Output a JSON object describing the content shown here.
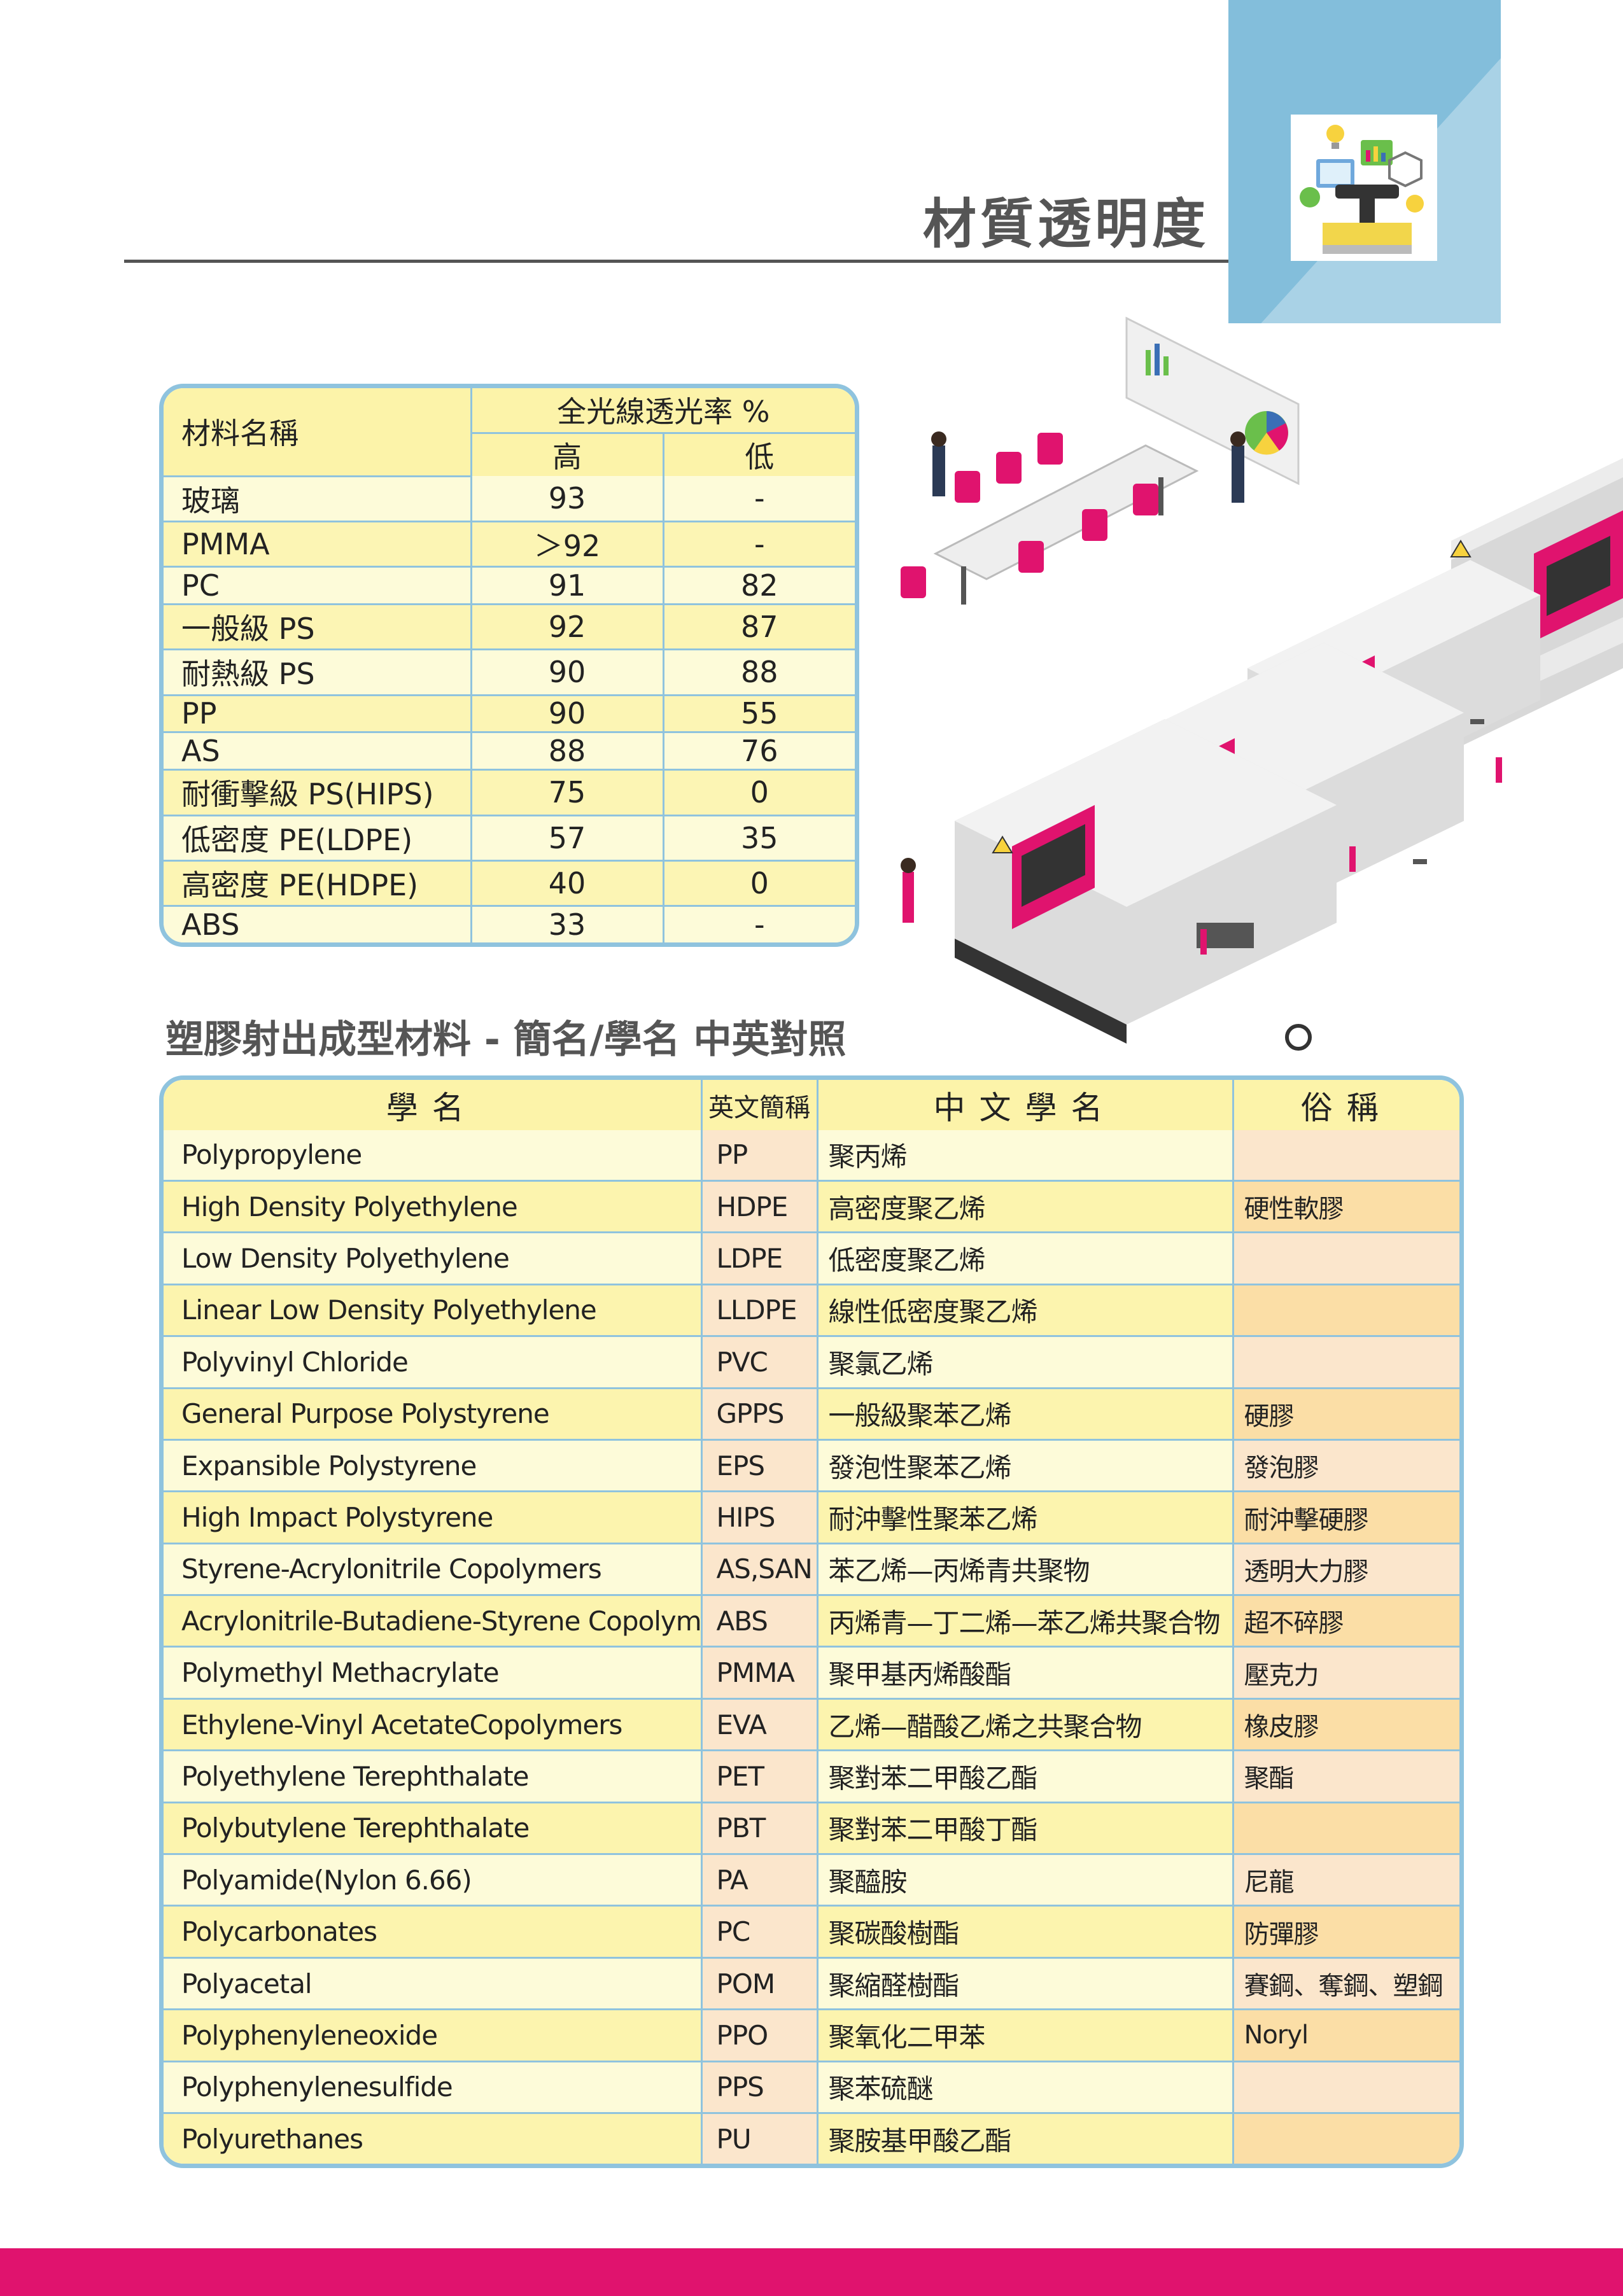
{
  "header": {
    "title": "材質透明度"
  },
  "transparency_table": {
    "col_name": "材料名稱",
    "col_group": "全光線透光率 %",
    "col_high": "高",
    "col_low": "低",
    "rows": [
      {
        "name": "玻璃",
        "high": "93",
        "low": "-"
      },
      {
        "name": "PMMA",
        "high": "＞92",
        "low": "-"
      },
      {
        "name": "PC",
        "high": "91",
        "low": "82"
      },
      {
        "name": "一般級 PS",
        "high": "92",
        "low": "87"
      },
      {
        "name": "耐熱級 PS",
        "high": "90",
        "low": "88"
      },
      {
        "name": "PP",
        "high": "90",
        "low": "55"
      },
      {
        "name": "AS",
        "high": "88",
        "low": "76"
      },
      {
        "name": "耐衝擊級 PS(HIPS)",
        "high": "75",
        "low": "0"
      },
      {
        "name": "低密度 PE(LDPE)",
        "high": "57",
        "low": "35"
      },
      {
        "name": "高密度 PE(HDPE)",
        "high": "40",
        "low": "0"
      },
      {
        "name": "ABS",
        "high": "33",
        "low": "-"
      }
    ]
  },
  "materials_section": {
    "title": "塑膠射出成型材料 - 簡名/學名 中英對照",
    "headers": {
      "name": "學名",
      "abbr": "英文簡稱",
      "zh": "中文學名",
      "common": "俗稱"
    },
    "rows": [
      {
        "name": "Polypropylene",
        "abbr": "PP",
        "zh": "聚丙烯",
        "common": ""
      },
      {
        "name": "High Density Polyethylene",
        "abbr": "HDPE",
        "zh": "高密度聚乙烯",
        "common": "硬性軟膠"
      },
      {
        "name": "Low Density Polyethylene",
        "abbr": "LDPE",
        "zh": "低密度聚乙烯",
        "common": ""
      },
      {
        "name": "Linear Low Density Polyethylene",
        "abbr": "LLDPE",
        "zh": "線性低密度聚乙烯",
        "common": ""
      },
      {
        "name": "Polyvinyl Chloride",
        "abbr": "PVC",
        "zh": "聚氯乙烯",
        "common": ""
      },
      {
        "name": "General Purpose Polystyrene",
        "abbr": "GPPS",
        "zh": "一般級聚苯乙烯",
        "common": "硬膠"
      },
      {
        "name": "Expansible Polystyrene",
        "abbr": "EPS",
        "zh": "發泡性聚苯乙烯",
        "common": "發泡膠"
      },
      {
        "name": "High Impact Polystyrene",
        "abbr": "HIPS",
        "zh": "耐沖擊性聚苯乙烯",
        "common": "耐沖擊硬膠"
      },
      {
        "name": "Styrene-Acrylonitrile Copolymers",
        "abbr": "AS,SAN",
        "zh": "苯乙烯—丙烯青共聚物",
        "common": "透明大力膠"
      },
      {
        "name": "Acrylonitrile-Butadiene-Styrene Copolymers",
        "abbr": "ABS",
        "zh": "丙烯青—丁二烯—苯乙烯共聚合物",
        "common": "超不碎膠"
      },
      {
        "name": "Polymethyl Methacrylate",
        "abbr": "PMMA",
        "zh": "聚甲基丙烯酸酯",
        "common": "壓克力"
      },
      {
        "name": "Ethylene-Vinyl AcetateCopolymers",
        "abbr": "EVA",
        "zh": "乙烯—醋酸乙烯之共聚合物",
        "common": "橡皮膠"
      },
      {
        "name": "Polyethylene Terephthalate",
        "abbr": "PET",
        "zh": "聚對苯二甲酸乙酯",
        "common": "聚酯"
      },
      {
        "name": "Polybutylene Terephthalate",
        "abbr": "PBT",
        "zh": "聚對苯二甲酸丁酯",
        "common": ""
      },
      {
        "name": "Polyamide(Nylon 6.66)",
        "abbr": "PA",
        "zh": "聚醯胺",
        "common": "尼龍"
      },
      {
        "name": "Polycarbonates",
        "abbr": "PC",
        "zh": "聚碳酸樹酯",
        "common": "防彈膠"
      },
      {
        "name": "Polyacetal",
        "abbr": "POM",
        "zh": "聚縮醛樹酯",
        "common": "賽鋼、奪鋼、塑鋼"
      },
      {
        "name": "Polyphenyleneoxide",
        "abbr": "PPO",
        "zh": "聚氧化二甲苯",
        "common": "Noryl"
      },
      {
        "name": "Polyphenylenesulfide",
        "abbr": "PPS",
        "zh": "聚苯硫醚",
        "common": ""
      },
      {
        "name": "Polyurethanes",
        "abbr": "PU",
        "zh": "聚胺基甲酸乙酯",
        "common": ""
      }
    ]
  },
  "colors": {
    "accent_blue": "#8fc3de",
    "footer_magenta": "#e0136e",
    "row_yellow": "#fcf4ae",
    "row_peach": "#fbe6cc"
  },
  "icons": [
    "industry-icon",
    "factory-illustration"
  ]
}
